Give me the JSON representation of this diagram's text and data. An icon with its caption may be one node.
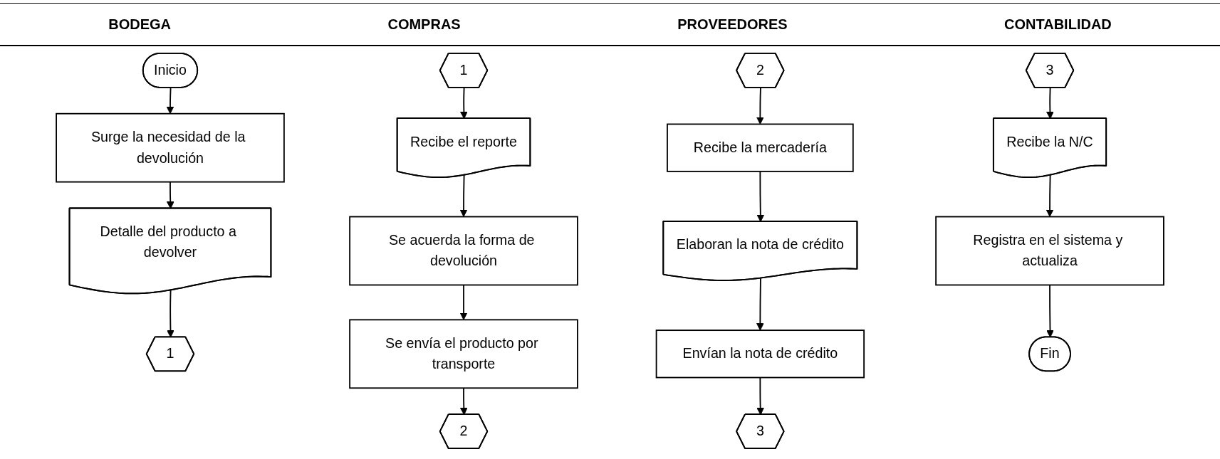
{
  "diagram": {
    "nodes": [
      {
        "text": [
          "Inicio"
        ]
      },
      {
        "text": [
          "Surge la necesidad de la devolución"
        ]
      },
      {
        "text": [
          "Detalle del producto a devolver"
        ]
      },
      {
        "text": [
          "1"
        ]
      },
      {
        "text": [
          "1"
        ]
      },
      {
        "text": [
          "Recibe el reporte"
        ]
      },
      {
        "text": [
          "Se acuerda la forma de devolución"
        ]
      },
      {
        "text": [
          "Se envía el producto por transporte"
        ]
      },
      {
        "text": [
          "2"
        ]
      },
      {
        "text": [
          "2"
        ]
      },
      {
        "text": [
          "Recibe la mercadería"
        ]
      },
      {
        "text": [
          "Elaboran la nota de crédito"
        ]
      },
      {
        "text": [
          "Envían la nota de crédito"
        ]
      },
      {
        "text": [
          "3"
        ]
      },
      {
        "text": [
          "3"
        ]
      },
      {
        "text": [
          "Recibe la N/C"
        ]
      },
      {
        "text": [
          "Registra en el sistema y actualiza"
        ]
      },
      {
        "text": [
          "Fin"
        ]
      }
    ],
    "edges": [
      {
        "from": 0,
        "to": 1,
        "arrow": "to"
      },
      {
        "from": 1,
        "to": 2,
        "arrow": "to"
      },
      {
        "from": 2,
        "to": 3,
        "arrow": "to"
      },
      {
        "from": 4,
        "to": 5,
        "arrow": "to"
      },
      {
        "from": 5,
        "to": 6,
        "arrow": "to"
      },
      {
        "from": 6,
        "to": 7,
        "arrow": "to"
      },
      {
        "from": 7,
        "to": 8,
        "arrow": "to"
      },
      {
        "from": 9,
        "to": 10,
        "arrow": "to"
      },
      {
        "from": 10,
        "to": 11,
        "arrow": "to"
      },
      {
        "from": 11,
        "to": 12,
        "arrow": "to"
      },
      {
        "from": 12,
        "to": 13,
        "arrow": "to"
      },
      {
        "from": 14,
        "to": 15,
        "arrow": "to"
      },
      {
        "from": 15,
        "to": 16,
        "arrow": "to"
      },
      {
        "from": 16,
        "to": 17,
        "arrow": "to"
      }
    ],
    "labels": [
      "BODEGA",
      "COMPRAS",
      "PROVEEDORES",
      "CONTABILIDAD"
    ]
  }
}
